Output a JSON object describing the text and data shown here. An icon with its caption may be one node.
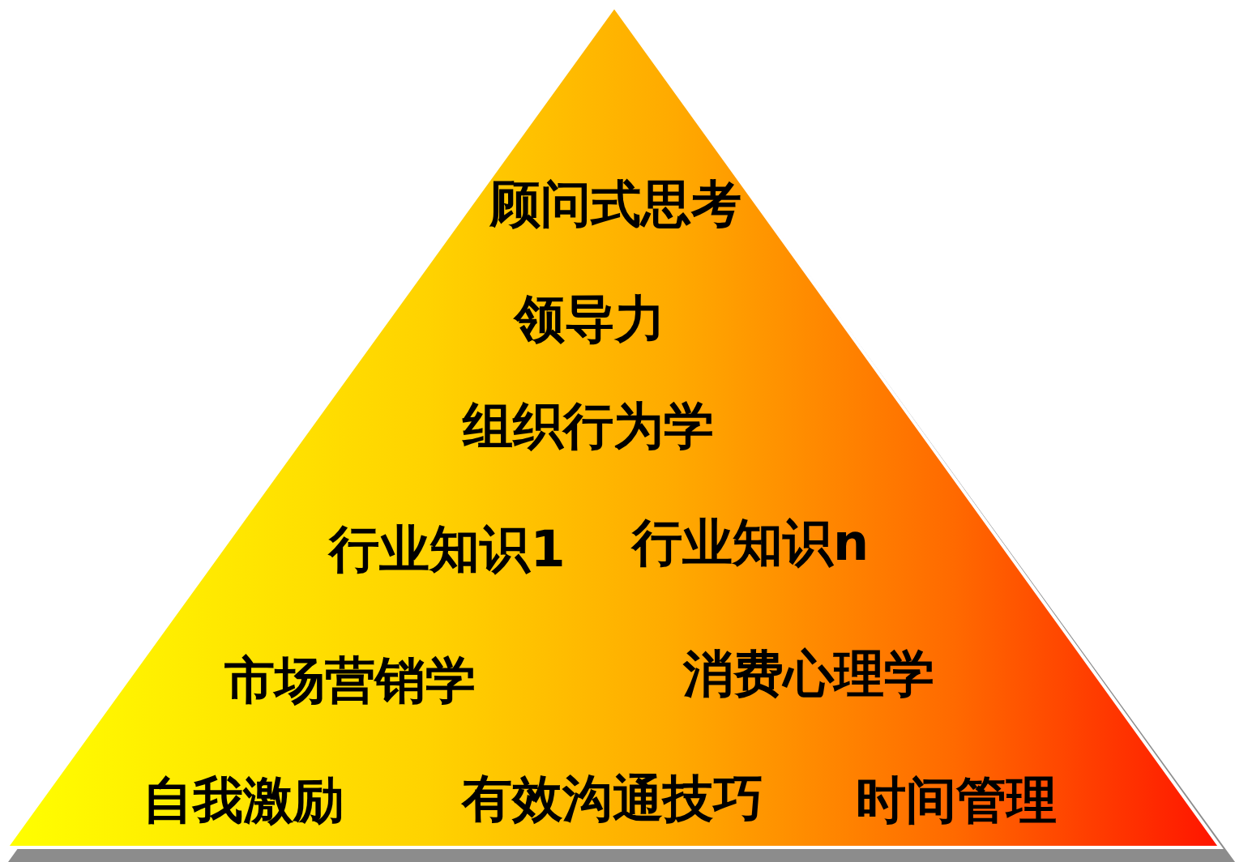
{
  "diagram": {
    "nodes": [
      {
        "text": [
          "顾问式思考",
          "领导力",
          "组织行为学",
          "行业知识1",
          "行业知识n",
          "市场营销学",
          "消费心理学",
          "自我激励",
          "有效沟通技巧",
          "时间管理"
        ]
      }
    ]
  }
}
